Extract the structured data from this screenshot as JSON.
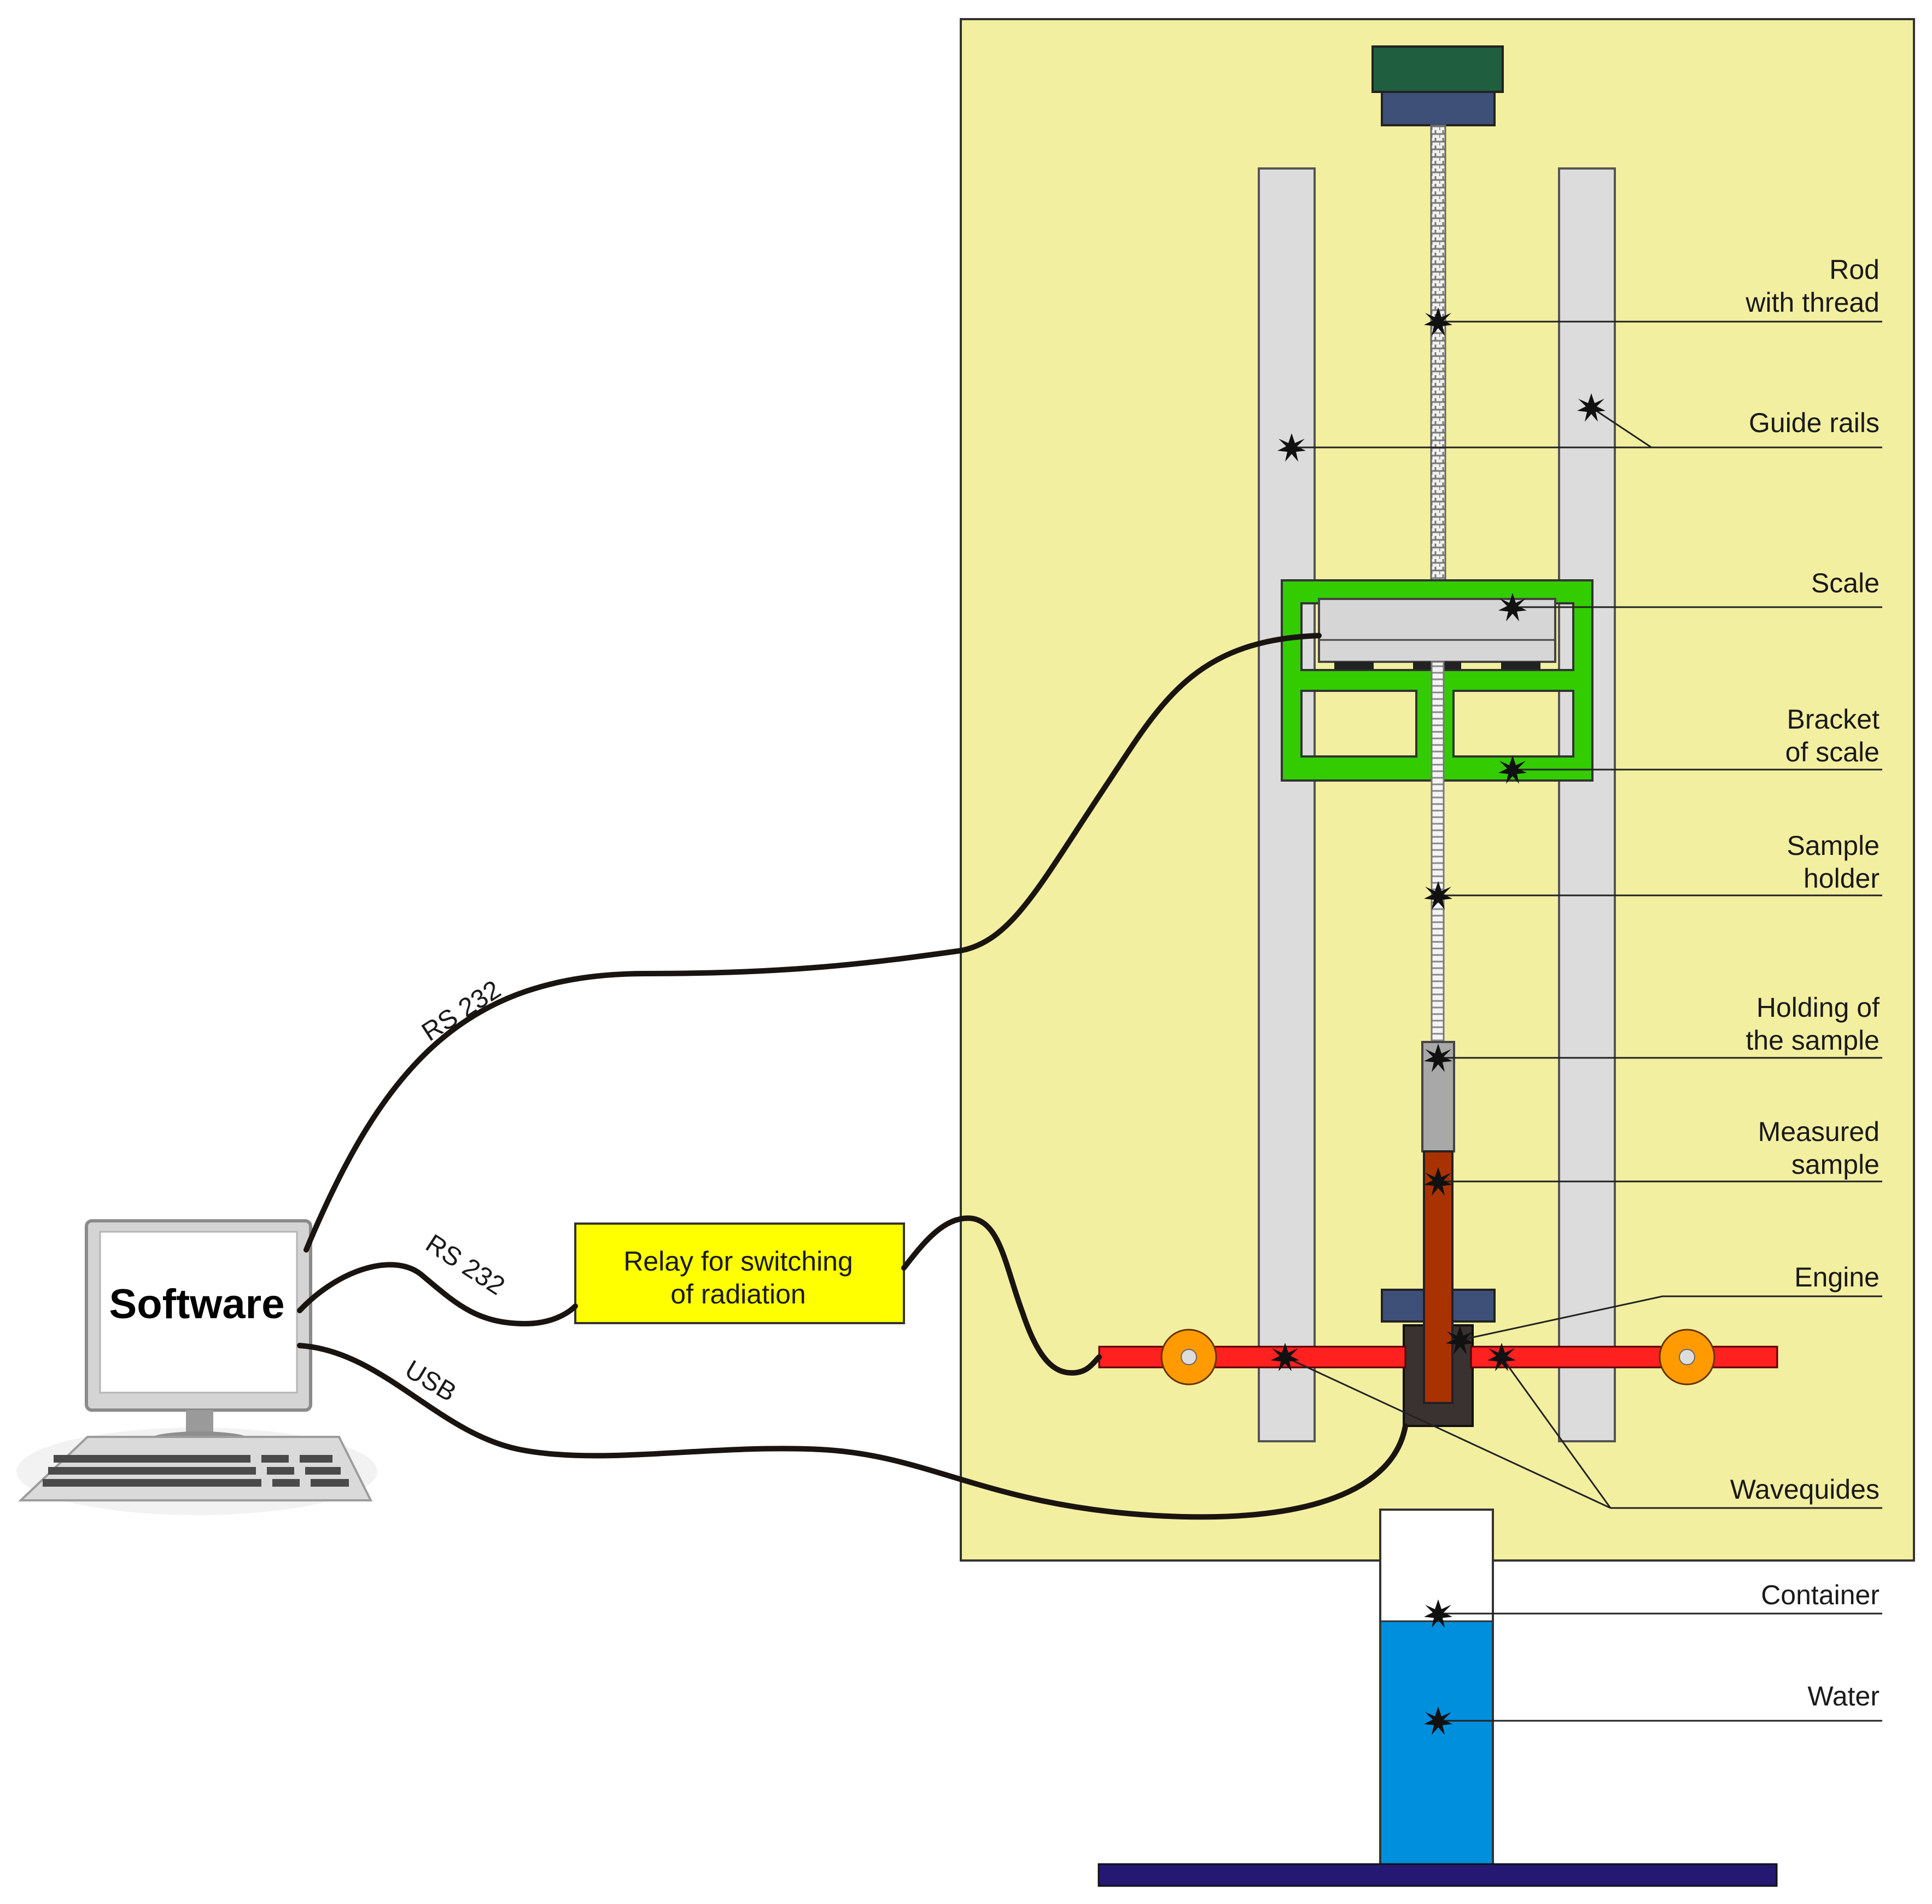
{
  "software_label": "Software",
  "relay": {
    "line1": "Relay for switching",
    "line2": "of radiation"
  },
  "cables": {
    "rs232_top": "RS 232",
    "rs232_relay": "RS 232",
    "usb": "USB"
  },
  "labels": {
    "rod_line1": "Rod",
    "rod_line2": "with thread",
    "guide_rails": "Guide rails",
    "scale": "Scale",
    "bracket_line1": "Bracket",
    "bracket_line2": "of scale",
    "sample_holder_line1": "Sample",
    "sample_holder_line2": "holder",
    "holding_line1": "Holding of",
    "holding_line2": "the sample",
    "measured_line1": "Measured",
    "measured_line2": "sample",
    "engine": "Engine",
    "waveguides": "Wavequides",
    "container": "Container",
    "water": "Water"
  },
  "colors": {
    "panel": "#f3efa0",
    "rails": "#dcdcdc",
    "bracket": "#33cc00",
    "waveguide": "#ff2020",
    "relay_box": "#ffff00",
    "water": "#008fdd",
    "base": "#241873",
    "sample": "#a83200",
    "motor_top": "#1f5e3e",
    "motor_block": "#3e4f78"
  }
}
